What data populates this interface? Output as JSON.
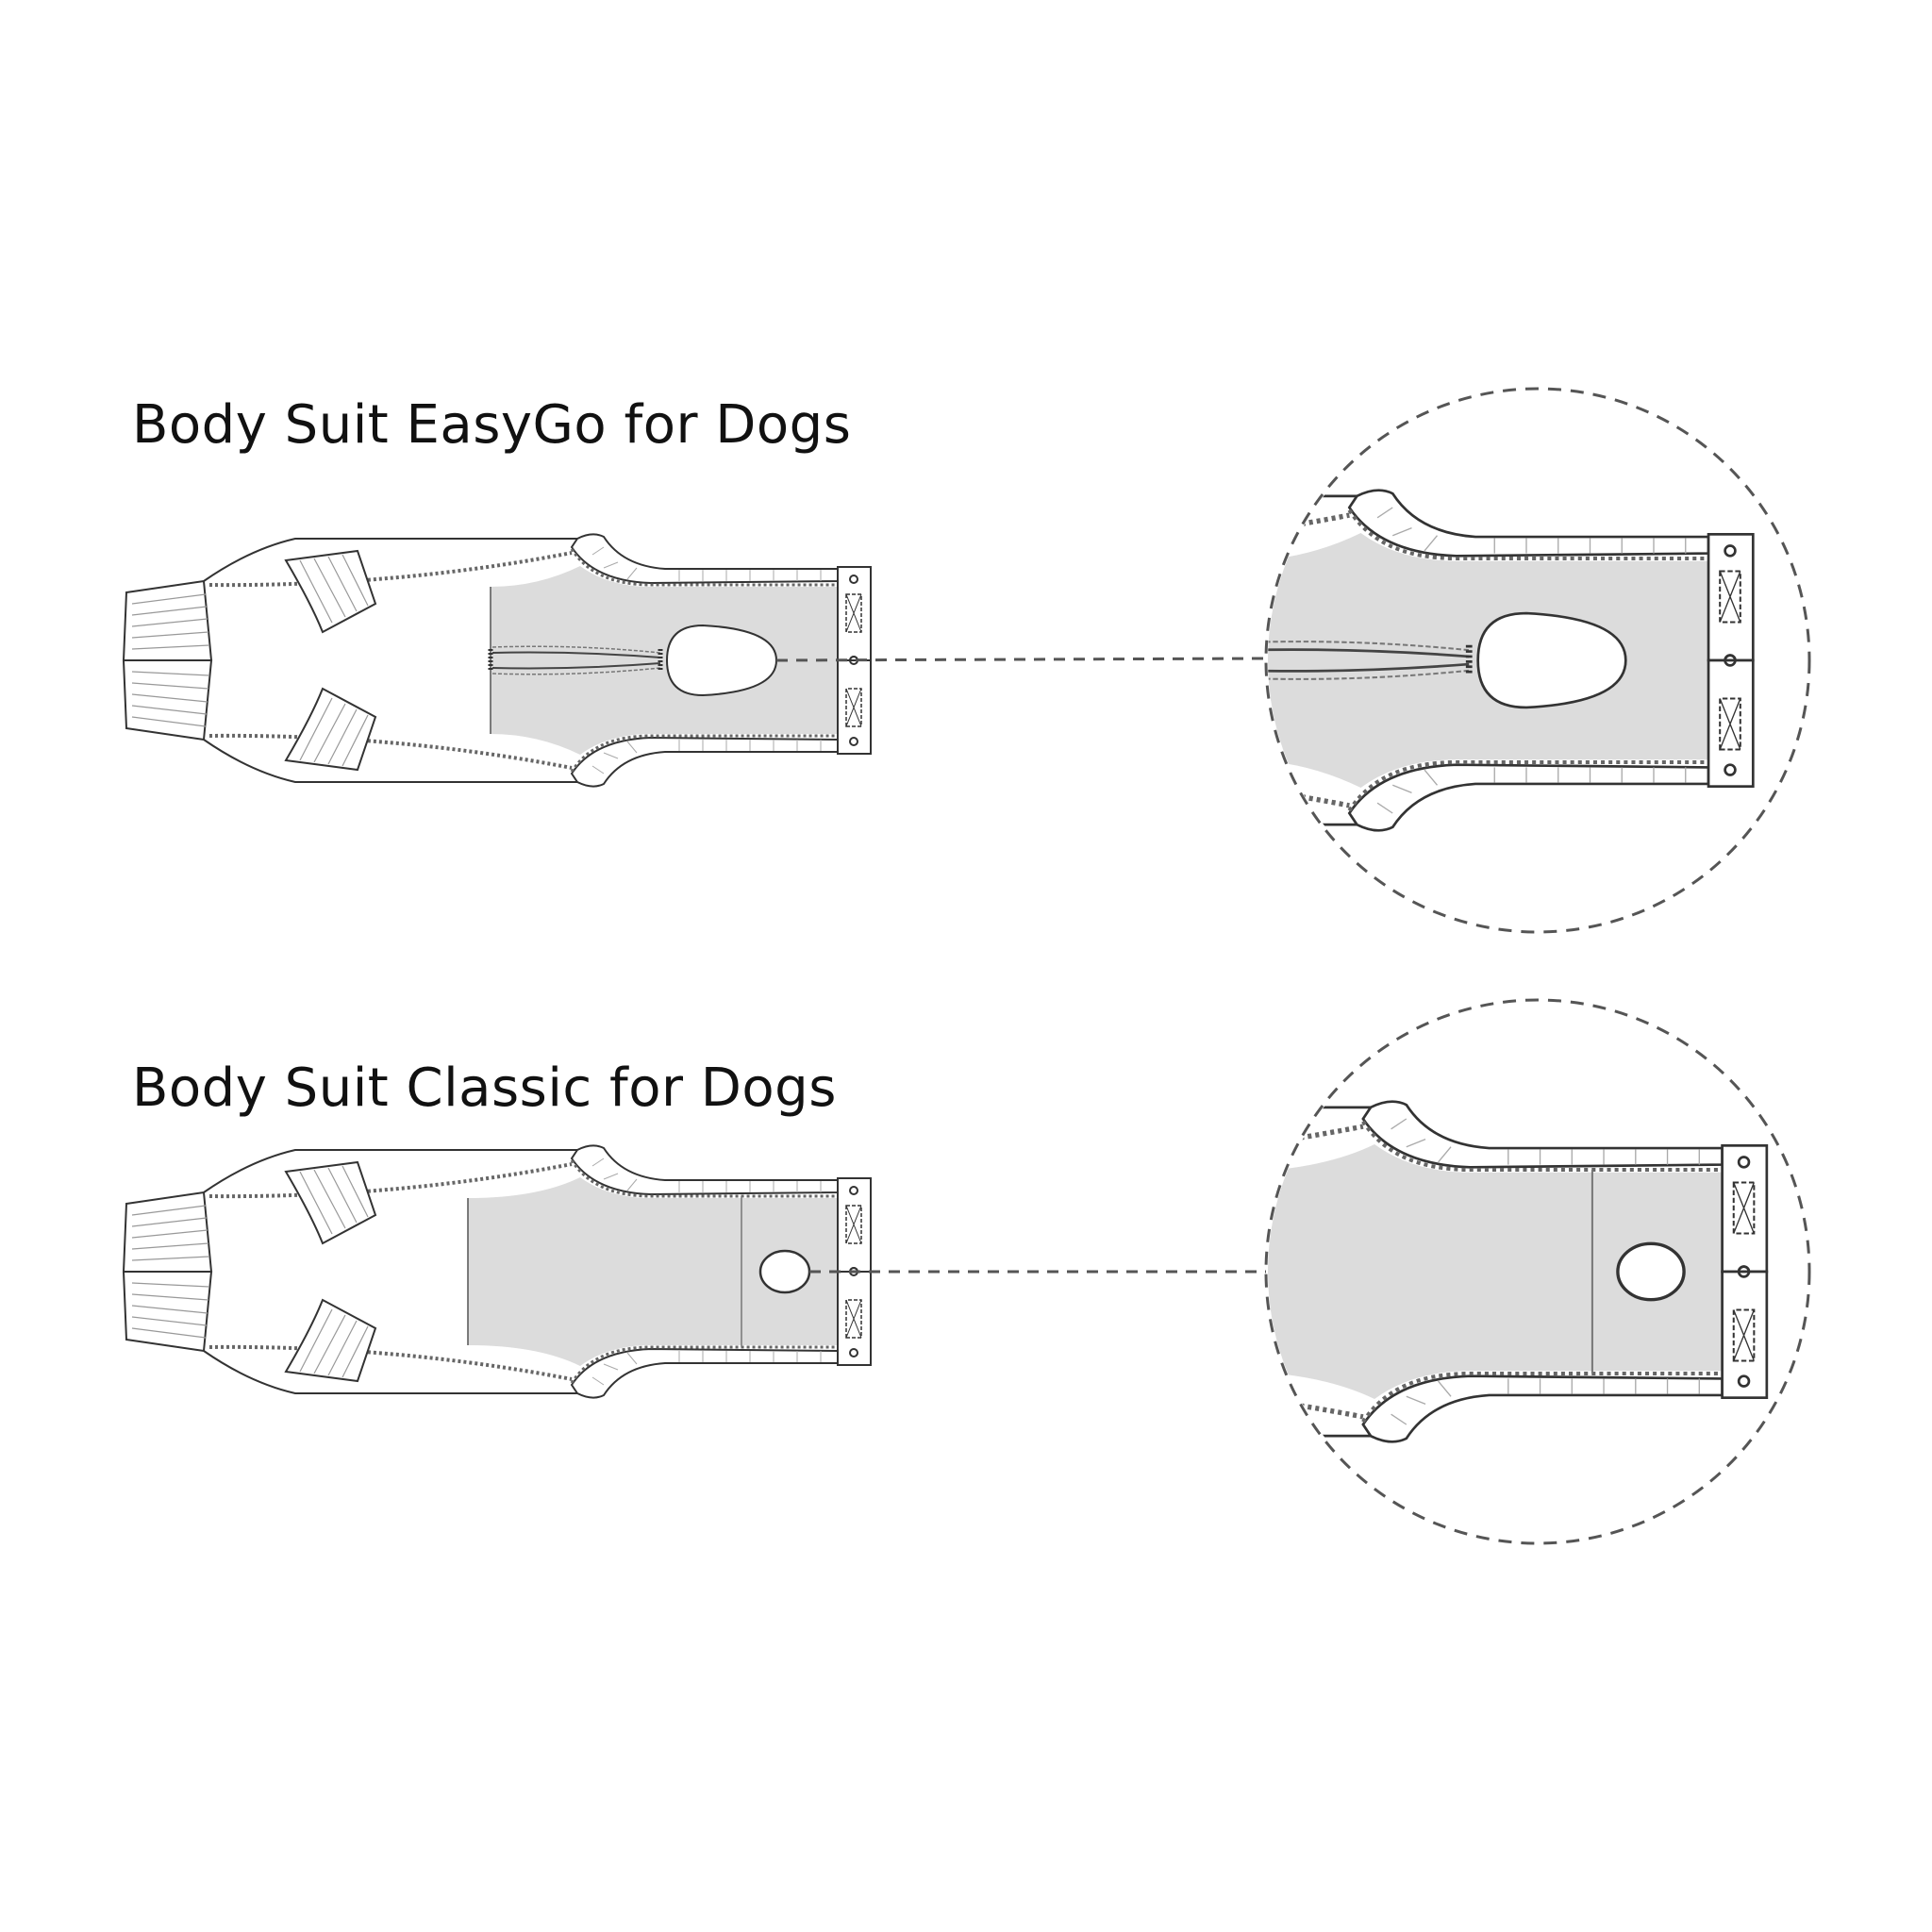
{
  "products": [
    {
      "title": "Body Suit EasyGo for Dogs",
      "variant": "easygo",
      "opening_shape": "egg-with-slit"
    },
    {
      "title": "Body Suit Classic for Dogs",
      "variant": "classic",
      "opening_shape": "oval"
    }
  ],
  "colors": {
    "panel_fill": "#dcdcdc",
    "outline": "#333333",
    "dashed_callout": "#555555"
  }
}
